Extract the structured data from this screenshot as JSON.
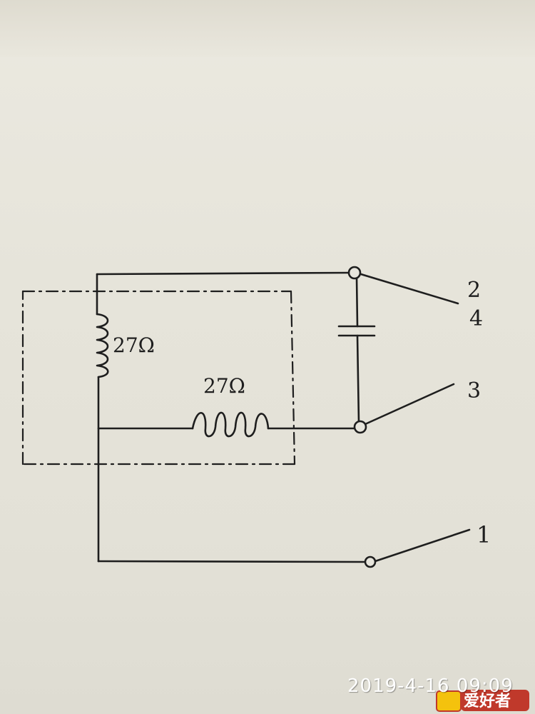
{
  "labels": {
    "coil_resistance": "27Ω",
    "resistor_resistance": "27Ω",
    "terminal_2": "2",
    "terminal_4": "4",
    "terminal_3": "3",
    "terminal_1": "1"
  },
  "overlay": {
    "timestamp": "2019-4-16 09:09",
    "watermark_text": "爱好者"
  },
  "colors": {
    "ink": "#1e1e1e",
    "paper": "#e7e5dc",
    "watermark_red": "#c0392b",
    "watermark_yellow": "#f4c20d"
  }
}
